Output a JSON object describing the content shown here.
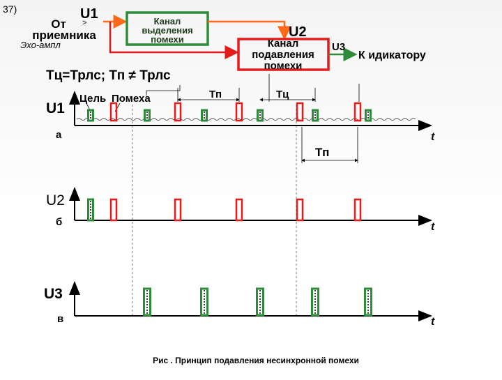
{
  "slide_number": "37)",
  "block_diagram": {
    "source_line1": "От",
    "source_line2": "приемника",
    "source_sub": "Эхо-ампл",
    "u1": "U1",
    "u2": "U2",
    "u3": "U3",
    "gt": ">",
    "box1_lines": [
      "Канал",
      "выделения",
      "помехи"
    ],
    "box2_lines": [
      "Канал",
      "подавления",
      "помехи"
    ],
    "output": "К идикатору",
    "colors": {
      "green": "#2e8b3a",
      "red": "#e41b1b",
      "arrow_orange": "#ff6a1a",
      "arrow_green": "#2e8b3a",
      "arrow_red": "#e41b1b"
    }
  },
  "timing": {
    "formula": "Тц=Трлс; Тп ≠ Трлс",
    "label_target": "Цель",
    "label_interference": "Помеха",
    "label_tp": "Тп",
    "label_tc": "Тц",
    "label_tp_lower": "Тп",
    "axis_t": "t",
    "rows": [
      {
        "signal": "U1",
        "letter": "а"
      },
      {
        "signal": "U2",
        "letter": "б"
      },
      {
        "signal": "U3",
        "letter": "в"
      }
    ],
    "pulse_colors": {
      "target": "#2e8b3a",
      "interference": "#e41b1b"
    },
    "row_a": {
      "target_pulses_x": [
        130,
        211,
        293,
        373,
        452,
        528
      ],
      "interference_pulses_x": [
        163,
        255,
        343,
        430,
        513
      ]
    },
    "row_b": {
      "target_pulses_x": [
        130
      ],
      "interference_pulses_x": [
        163,
        255,
        343,
        430,
        513
      ]
    },
    "row_c": {
      "target_pulses_x": [
        211,
        293,
        373,
        452,
        528
      ]
    }
  },
  "caption": "Рис . Принцип подавления несинхронной помехи"
}
